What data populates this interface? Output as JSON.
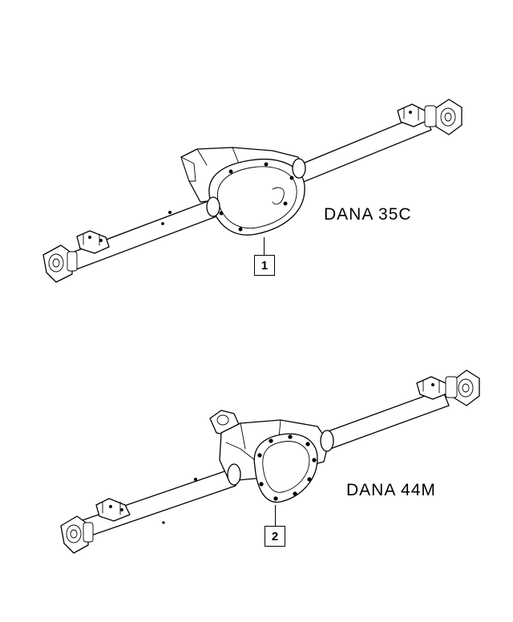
{
  "diagram": {
    "parts": [
      {
        "callout": "1",
        "label": "DANA 35C"
      },
      {
        "callout": "2",
        "label": "DANA 44M"
      }
    ]
  }
}
